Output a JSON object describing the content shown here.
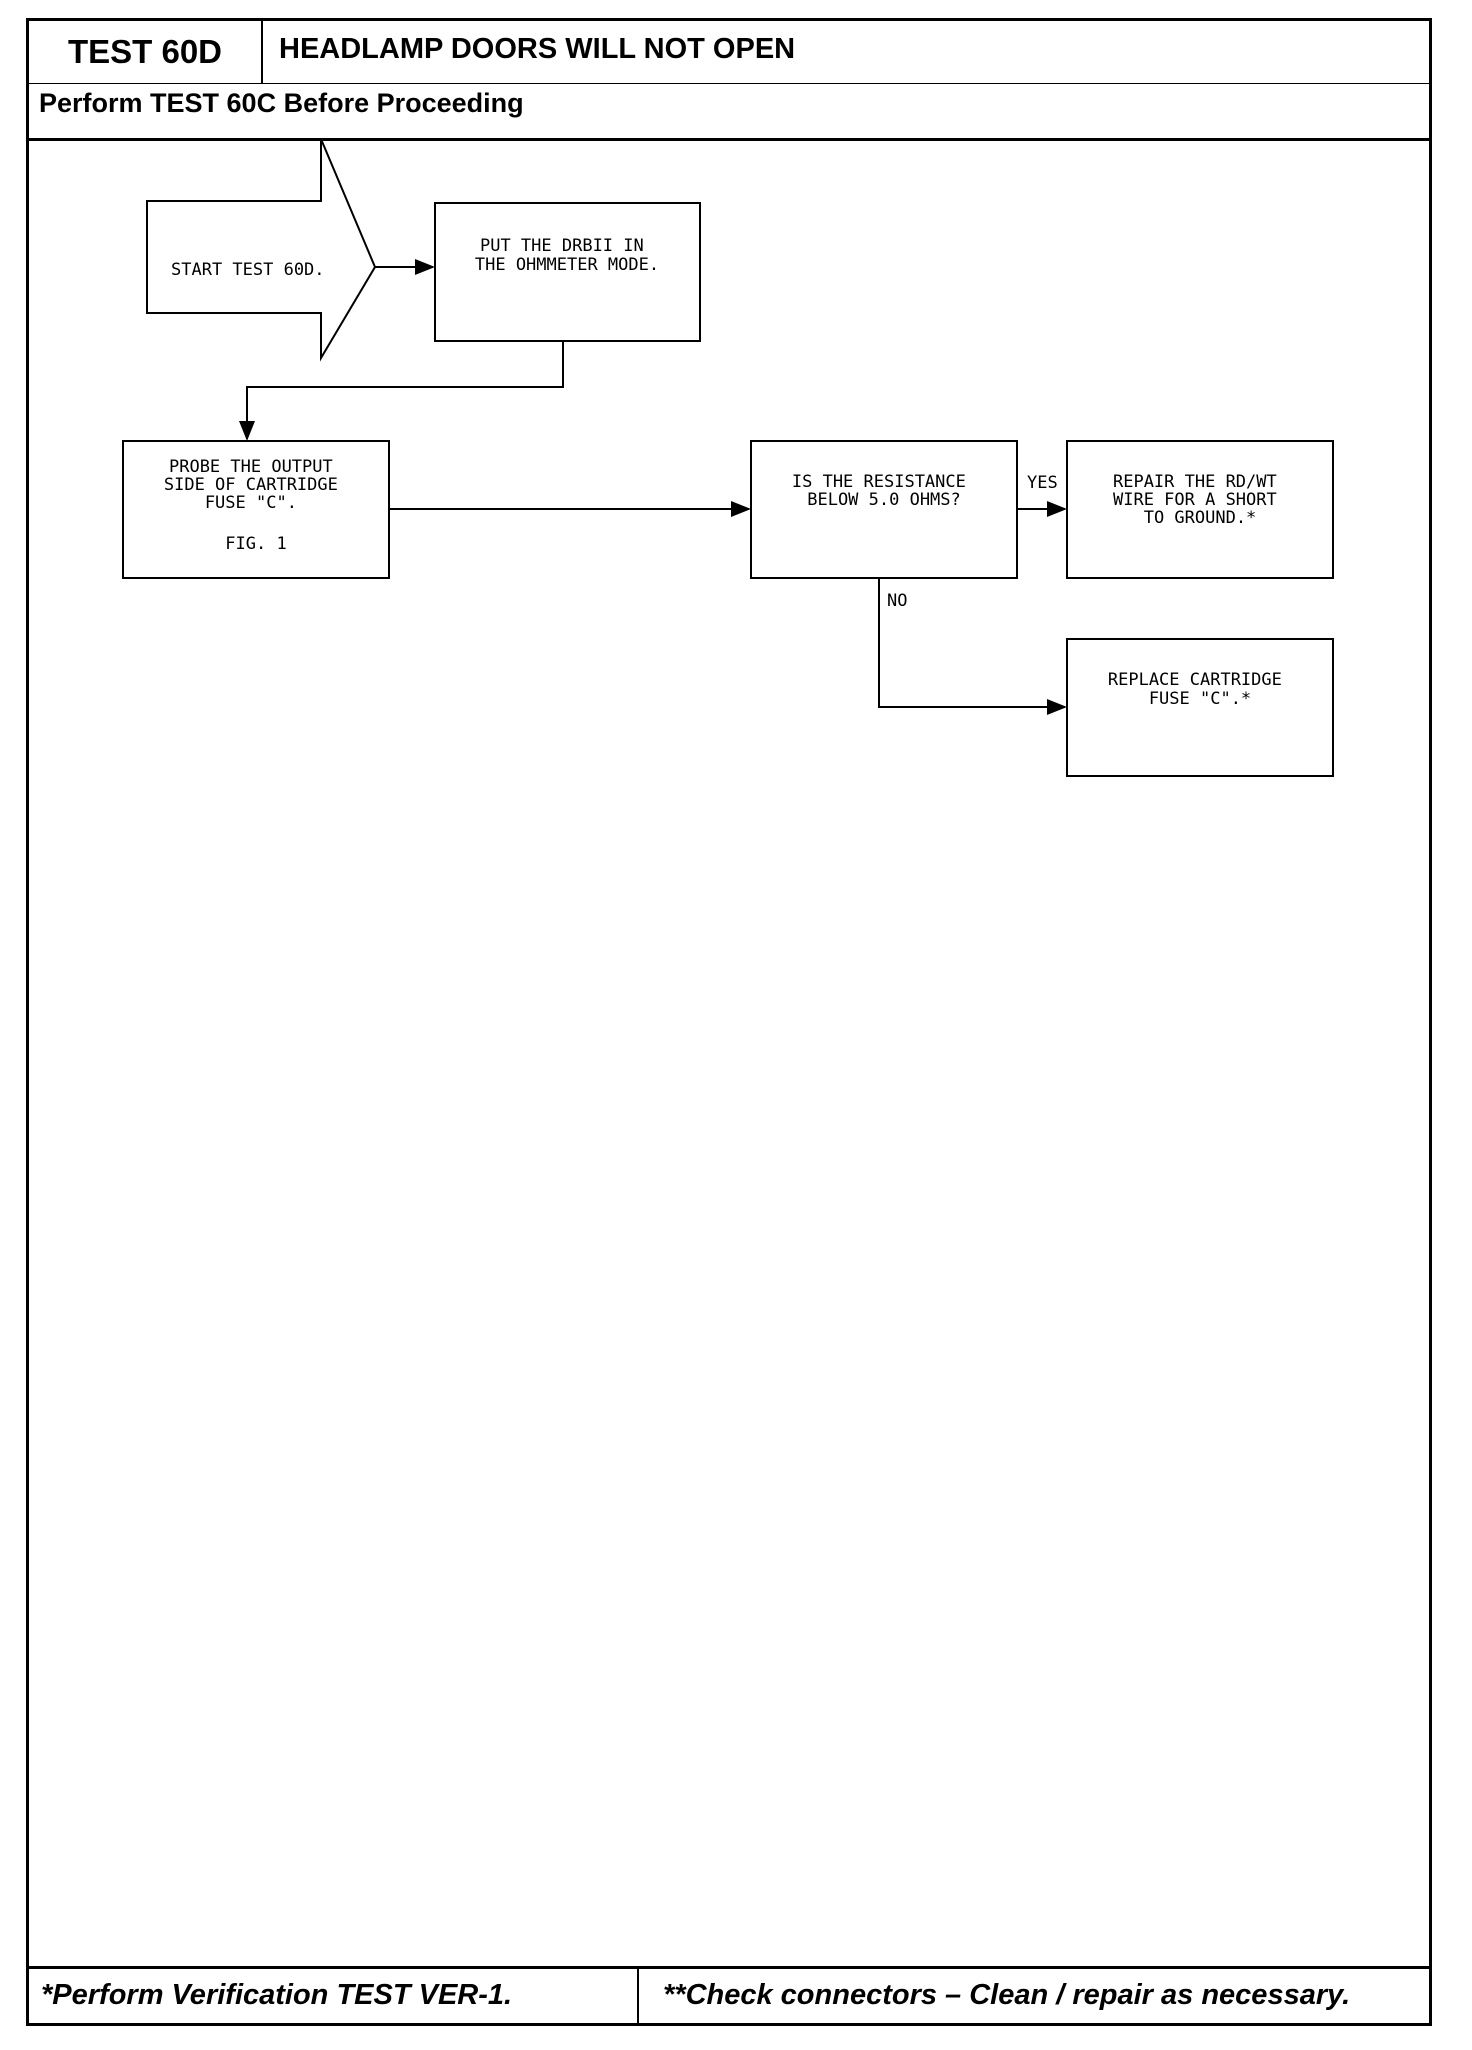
{
  "header": {
    "test_id": "TEST 60D",
    "title": "HEADLAMP DOORS WILL NOT OPEN",
    "prerequisite": "Perform TEST 60C Before Proceeding"
  },
  "flowchart": {
    "start": "START TEST 60D.",
    "step_drb": [
      "PUT THE DRBII IN",
      "THE OHMMETER MODE."
    ],
    "step_probe": [
      "PROBE THE OUTPUT",
      "SIDE OF CARTRIDGE",
      "FUSE \"C\".",
      "FIG. 1"
    ],
    "decision": [
      "IS THE RESISTANCE",
      "BELOW 5.0 OHMS?"
    ],
    "yes_label": "YES",
    "no_label": "NO",
    "yes_action": [
      "REPAIR THE RD/WT",
      "WIRE FOR A SHORT",
      "TO GROUND.*"
    ],
    "no_action": [
      "REPLACE CARTRIDGE",
      "FUSE \"C\".*"
    ]
  },
  "footer": {
    "left": "*Perform Verification TEST VER-1.",
    "right": "**Check connectors – Clean / repair as necessary."
  }
}
